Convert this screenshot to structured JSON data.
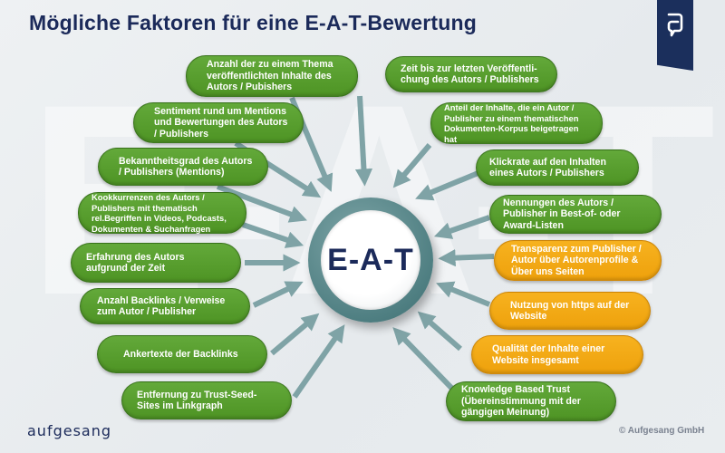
{
  "title": "Mögliche Faktoren für eine E-A-T-Bewertung",
  "center_label": "E-A-T",
  "background_letters": "E-A-T",
  "brand": "aufgesang",
  "copyright": "© Aufgesang GmbH",
  "colors": {
    "green": "#5a9f30",
    "orange": "#f2a916",
    "navy": "#1b2a5a",
    "arrow": "#7fa3a6"
  },
  "factors": [
    {
      "label": "Anzahl der zu einem Thema veröffentlichten Inhalte des Autors / Pubishers",
      "color": "green"
    },
    {
      "label": "Zeit bis zur letzten Veröffentli-chung des Autors / Publishers",
      "color": "green"
    },
    {
      "label": "Sentiment rund um Mentions und Bewertungen des Autors / Publishers",
      "color": "green"
    },
    {
      "label": "Anteil der Inhalte, die ein Autor / Publisher zu einem thematischen Dokumenten-Korpus beigetragen hat",
      "color": "green"
    },
    {
      "label": "Bekanntheitsgrad des Autors / Publishers (Mentions)",
      "color": "green"
    },
    {
      "label": "Klickrate auf den Inhalten eines Autors / Publishers",
      "color": "green"
    },
    {
      "label": "Kookkurrenzen des Autors / Publishers mit thematisch rel.Begriffen in Videos, Podcasts, Dokumenten & Suchanfragen",
      "color": "green"
    },
    {
      "label": "Nennungen des Autors / Publisher in Best-of- oder Award-Listen",
      "color": "green"
    },
    {
      "label": "Erfahrung des Autors aufgrund der Zeit",
      "color": "green"
    },
    {
      "label": "Transparenz zum Publisher / Autor über Autorenprofile & Über uns Seiten",
      "color": "orange"
    },
    {
      "label": "Anzahl Backlinks / Verweise zum Autor / Publisher",
      "color": "green"
    },
    {
      "label": "Nutzung von https auf der Website",
      "color": "orange"
    },
    {
      "label": "Ankertexte der Backlinks",
      "color": "green"
    },
    {
      "label": "Qualität der Inhalte einer Website insgesamt",
      "color": "orange"
    },
    {
      "label": "Entfernung zu Trust-Seed-Sites im Linkgraph",
      "color": "green"
    },
    {
      "label": "Knowledge Based Trust (Übereinstimmung mit der gängigen Meinung)",
      "color": "green"
    }
  ]
}
